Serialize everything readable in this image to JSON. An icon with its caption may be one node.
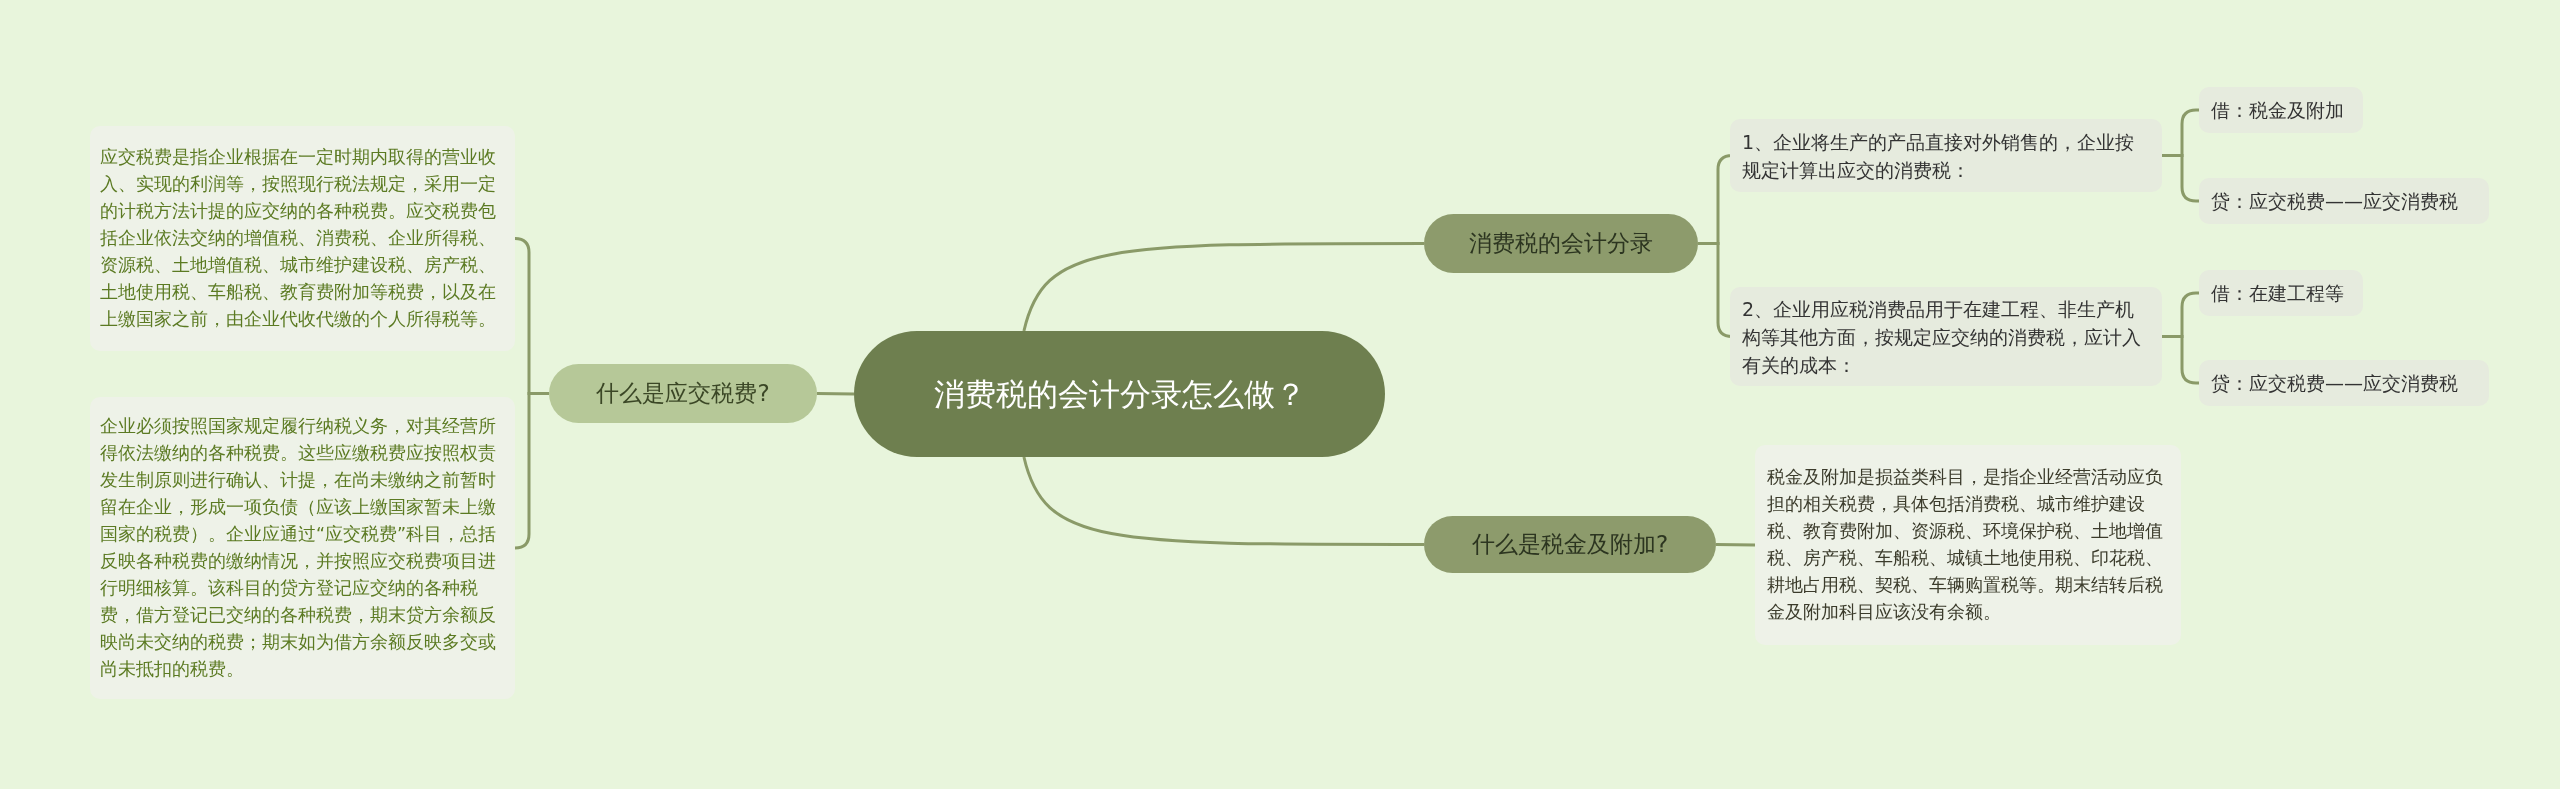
{
  "diagram": {
    "nodes": [
      {
        "text": [
          "消费税的会计分录怎么做？"
        ]
      },
      {
        "text": [
          "消费税的会计分录"
        ]
      },
      {
        "text": [
          "1、企业将生产的产品直接对外销售的，企业按规定计算出应交的消费税："
        ]
      },
      {
        "text": [
          "借：税金及附加"
        ]
      },
      {
        "text": [
          "贷：应交税费——应交消费税"
        ]
      },
      {
        "text": [
          "2、企业用应税消费品用于在建工程、非生产机构等其他方面，按规定应交纳的消费税，应计入有关的成本："
        ]
      },
      {
        "text": [
          "借：在建工程等"
        ]
      },
      {
        "text": [
          "贷：应交税费——应交消费税"
        ]
      },
      {
        "text": [
          "什么是税金及附加?"
        ]
      },
      {
        "text": [
          "税金及附加是损益类科目，是指企业经营活动应负担的相关税费，具体包括消费税、城市维护建设税、教育费附加、资源税、环境保护税、土地增值税、房产税、车船税、城镇土地使用税、印花税、耕地占用税、契税、车辆购置税等。期末结转后税金及附加科目应该没有余额。"
        ]
      },
      {
        "text": [
          "什么是应交税费?"
        ]
      },
      {
        "text": [
          "应交税费是指企业根据在一定时期内取得的营业收入、实现的利润等，按照现行税法规定，采用一定的计税方法计提的应交纳的各种税费。应交税费包括企业依法交纳的增值税、消费税、企业所得税、资源税、土地增值税、城市维护建设税、房产税、土地使用税、车船税、教育费附加等税费，以及在上缴国家之前，由企业代收代缴的个人所得税等。"
        ]
      },
      {
        "text": [
          "企业必须按照国家规定履行纳税义务，对其经营所得依法缴纳的各种税费。这些应缴税费应按照权责发生制原则进行确认、计提，在尚未缴纳之前暂时留在企业，形成一项负债（应该上缴国家暂未上缴国家的税费）。企业应通过“应交税费”科目，总括反映各种税费的缴纳情况，并按照应交税费项目进行明细核算。该科目的贷方登记应交纳的各种税费，借方登记已交纳的各种税费，期末贷方余额反映尚未交纳的税费；期末如为借方余额反映多交或尚未抵扣的税费。"
        ]
      }
    ],
    "edges": [
      {
        "from": 0,
        "to": 1,
        "arrow": "none"
      },
      {
        "from": 1,
        "to": 2,
        "arrow": "none"
      },
      {
        "from": 2,
        "to": 3,
        "arrow": "none"
      },
      {
        "from": 2,
        "to": 4,
        "arrow": "none"
      },
      {
        "from": 1,
        "to": 5,
        "arrow": "none"
      },
      {
        "from": 5,
        "to": 6,
        "arrow": "none"
      },
      {
        "from": 5,
        "to": 7,
        "arrow": "none"
      },
      {
        "from": 0,
        "to": 8,
        "arrow": "none"
      },
      {
        "from": 8,
        "to": 9,
        "arrow": "none"
      },
      {
        "from": 0,
        "to": 10,
        "arrow": "none"
      },
      {
        "from": 10,
        "to": 11,
        "arrow": "none"
      },
      {
        "from": 10,
        "to": 12,
        "arrow": "none"
      }
    ]
  }
}
